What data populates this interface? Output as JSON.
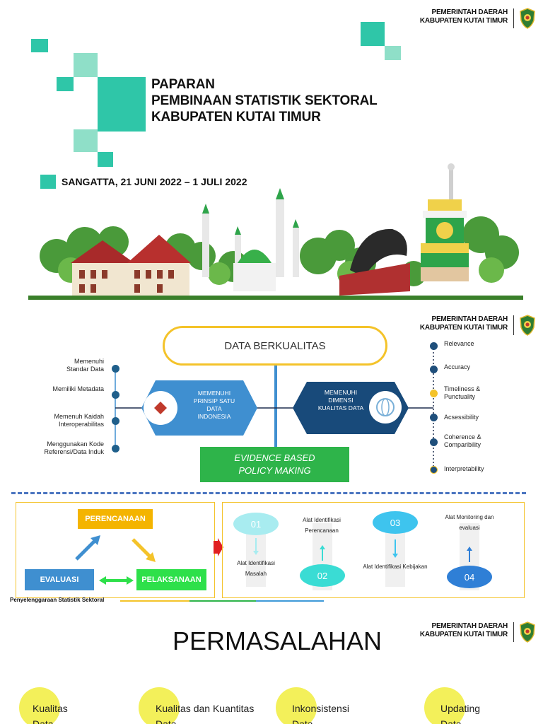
{
  "gov_label": [
    "PEMERINTAH DAERAH",
    "KABUPATEN KUTAI TIMUR"
  ],
  "slide1": {
    "title_lines": [
      "PAPARAN",
      "PEMBINAAN STATISTIK SEKTORAL",
      "KABUPATEN KUTAI TIMUR"
    ],
    "date": "SANGATTA, 21 JUNI 2022 – 1 JULI 2022"
  },
  "slide2": {
    "top_box": "DATA BERKUALITAS",
    "left_hex": [
      "MEMENUHI",
      "PRINSIP SATU",
      "DATA",
      "INDONESIA"
    ],
    "right_hex": [
      "MEMENUHI",
      "DIMENSI",
      "KUALITAS DATA"
    ],
    "bottom_box": [
      "EVIDENCE BASED",
      "POLICY MAKING"
    ],
    "left_items": [
      [
        "Memenuhi",
        "Standar Data"
      ],
      [
        "Memiliki Metadata"
      ],
      [
        "Memenuh Kaidah",
        "Interoperabilitas"
      ],
      [
        "Menggunakan Kode",
        "Referensi/Data Induk"
      ]
    ],
    "right_items": [
      [
        "Relevance"
      ],
      [
        "Accuracy"
      ],
      [
        "Timeliness &",
        "Punctuality"
      ],
      [
        "Acsessibility"
      ],
      [
        "Coherence &",
        "Comparibility"
      ],
      [
        "Interpretability"
      ]
    ]
  },
  "slide3": {
    "cycle": {
      "top": "PERENCANAAN",
      "left": "EVALUASI",
      "right": "PELAKSANAAN"
    },
    "steps": [
      {
        "num": "01",
        "label": [
          "Alat Identifikasi",
          "Masalah"
        ]
      },
      {
        "num": "02",
        "label": [
          "Alat Identifikasi",
          "Perencanaan"
        ]
      },
      {
        "num": "03",
        "label": [
          "Alat Identifikasi Kebijakan"
        ]
      },
      {
        "num": "04",
        "label": [
          "Alat Monitoring dan",
          "evaluasi"
        ]
      }
    ],
    "footer": "Penyelenggaraan Statistik Sektoral"
  },
  "slide4": {
    "title": "PERMASALAHAN",
    "issues": [
      [
        "Kualitas",
        "Data"
      ],
      [
        "Kualitas dan Kuantitas",
        "Data"
      ],
      [
        "Inkonsistensi",
        "Data"
      ],
      [
        "Updating",
        "Data"
      ]
    ]
  },
  "colors": {
    "teal": "#2fc6a8",
    "teal_light": "#8fdfc8",
    "blue": "#3f8fd0",
    "navy": "#184a7a",
    "green": "#2eb44a",
    "yellow": "#f4c32a"
  }
}
